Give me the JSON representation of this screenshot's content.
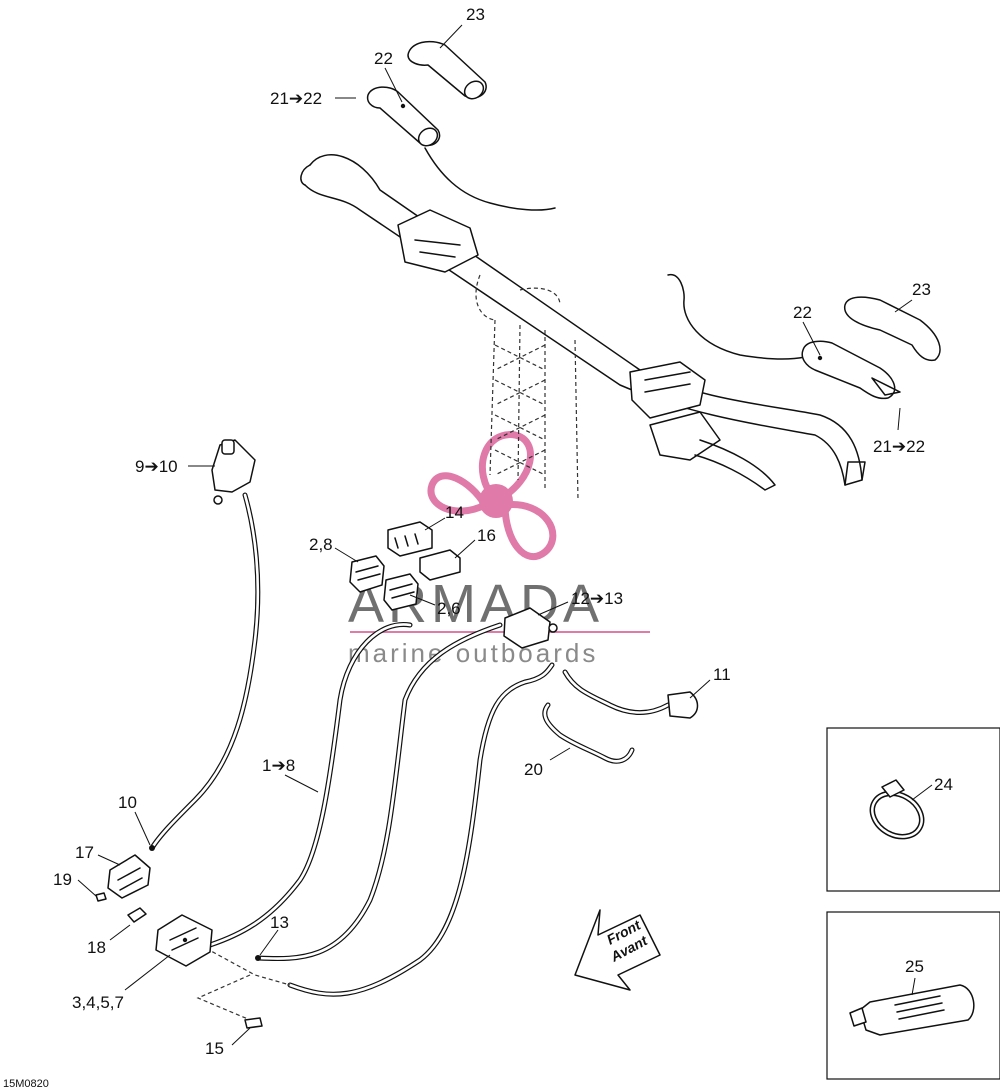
{
  "diagram_code": "15M0820",
  "watermark": {
    "brand": "ARMADA",
    "tagline": "marine outboards",
    "accent_color": "#e07aa8",
    "gray_color": "#707070"
  },
  "front_arrow": {
    "line1": "Front",
    "line2": "Avant"
  },
  "callouts": {
    "c23_top": "23",
    "c22_top": "22",
    "c21_22_top": "21➔22",
    "c22_right": "22",
    "c23_right": "23",
    "c21_22_right": "21➔22",
    "c9_10": "9➔10",
    "c14": "14",
    "c16": "16",
    "c2_8": "2,8",
    "c2_6": "2,6",
    "c12_13": "12➔13",
    "c11": "11",
    "c1_8": "1➔8",
    "c20": "20",
    "c10": "10",
    "c17": "17",
    "c19": "19",
    "c18": "18",
    "c13": "13",
    "c3_4_5_7": "3,4,5,7",
    "c15": "15",
    "c24": "24",
    "c25": "25"
  }
}
